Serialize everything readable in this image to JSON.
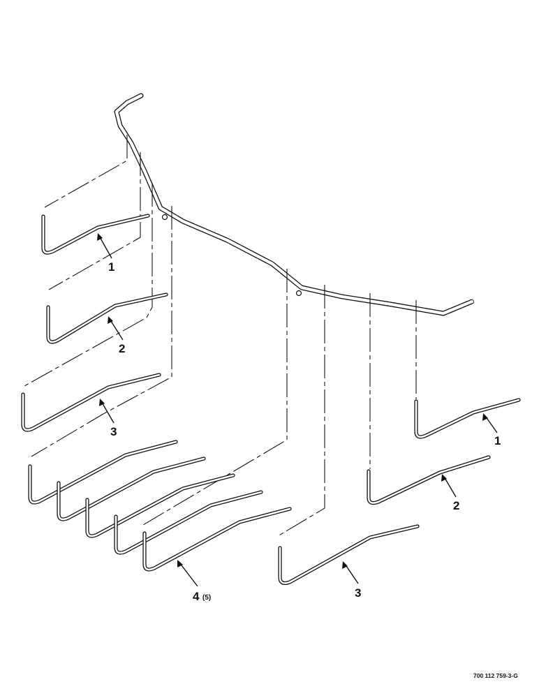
{
  "callouts": {
    "left_1": "1",
    "left_2": "2",
    "left_3": "3",
    "left_4": "4",
    "left_4_qty": "(5)",
    "right_1": "1",
    "right_2": "2",
    "right_3": "3"
  },
  "figure_number": "700 112 759-3-G"
}
